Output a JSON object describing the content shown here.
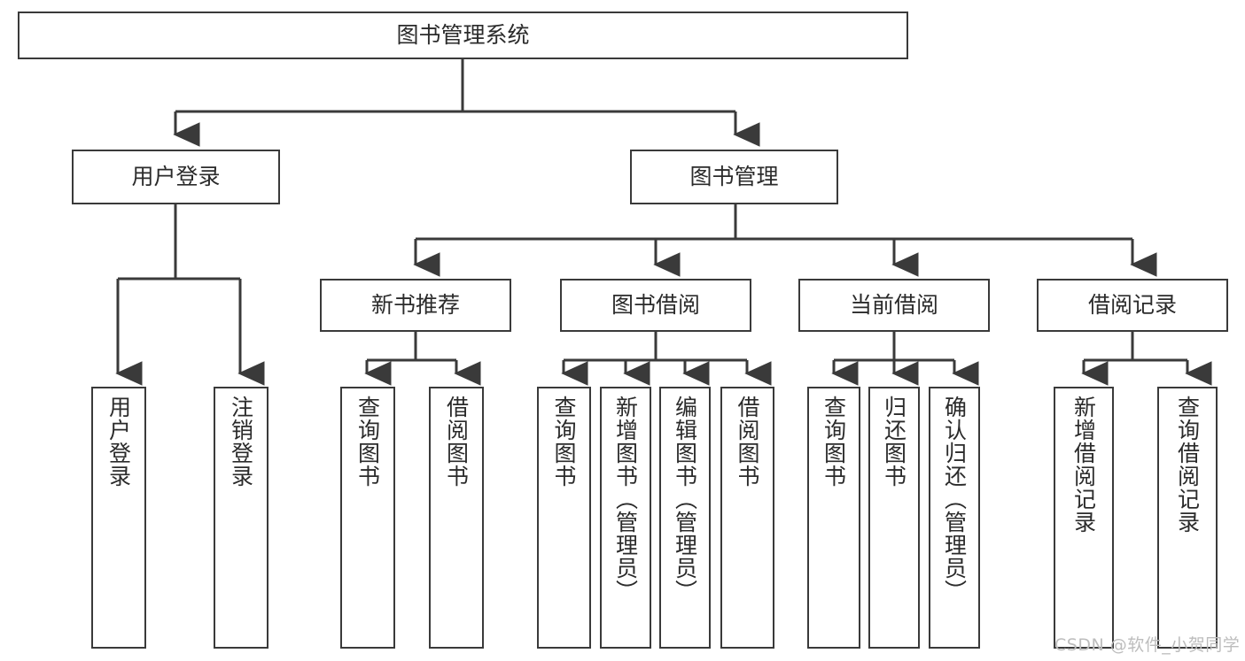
{
  "diagram": {
    "title": "图书管理系统",
    "watermark": "CSDN @软件_小贺同学",
    "stroke_color": "#3a3a3a",
    "fill_color": "#ffffff",
    "text_color": "#2b2b2b",
    "watermark_color": "#bdbdbd"
  },
  "nodes": {
    "root": {
      "label": "图书管理系统"
    },
    "level2": [
      {
        "label": "用户登录"
      },
      {
        "label": "图书管理"
      }
    ],
    "level3": [
      {
        "label": "新书推荐"
      },
      {
        "label": "图书借阅"
      },
      {
        "label": "当前借阅"
      },
      {
        "label": "借阅记录"
      }
    ],
    "leaves": {
      "user_login": [
        {
          "label": "用户登录"
        },
        {
          "label": "注销登录"
        }
      ],
      "new_book_recommend": [
        {
          "label": "查询图书"
        },
        {
          "label": "借阅图书"
        }
      ],
      "book_borrow": [
        {
          "label": "查询图书"
        },
        {
          "label": "新增图书（管理员）"
        },
        {
          "label": "编辑图书（管理员）"
        },
        {
          "label": "借阅图书"
        }
      ],
      "current_borrow": [
        {
          "label": "查询图书"
        },
        {
          "label": "归还图书"
        },
        {
          "label": "确认归还（管理员）"
        }
      ],
      "borrow_records": [
        {
          "label": "新增借阅记录"
        },
        {
          "label": "查询借阅记录"
        }
      ]
    }
  },
  "chart_data": {
    "type": "diagram",
    "title": "图书管理系统",
    "structure": "tree",
    "root": "图书管理系统",
    "edges": [
      {
        "from": "图书管理系统",
        "to": "用户登录"
      },
      {
        "from": "图书管理系统",
        "to": "图书管理"
      },
      {
        "from": "用户登录",
        "to": "用户登录"
      },
      {
        "from": "用户登录",
        "to": "注销登录"
      },
      {
        "from": "图书管理",
        "to": "新书推荐"
      },
      {
        "from": "图书管理",
        "to": "图书借阅"
      },
      {
        "from": "图书管理",
        "to": "当前借阅"
      },
      {
        "from": "图书管理",
        "to": "借阅记录"
      },
      {
        "from": "新书推荐",
        "to": "查询图书"
      },
      {
        "from": "新书推荐",
        "to": "借阅图书"
      },
      {
        "from": "图书借阅",
        "to": "查询图书"
      },
      {
        "from": "图书借阅",
        "to": "新增图书（管理员）"
      },
      {
        "from": "图书借阅",
        "to": "编辑图书（管理员）"
      },
      {
        "from": "图书借阅",
        "to": "借阅图书"
      },
      {
        "from": "当前借阅",
        "to": "查询图书"
      },
      {
        "from": "当前借阅",
        "to": "归还图书"
      },
      {
        "from": "当前借阅",
        "to": "确认归还（管理员）"
      },
      {
        "from": "借阅记录",
        "to": "新增借阅记录"
      },
      {
        "from": "借阅记录",
        "to": "查询借阅记录"
      }
    ]
  }
}
